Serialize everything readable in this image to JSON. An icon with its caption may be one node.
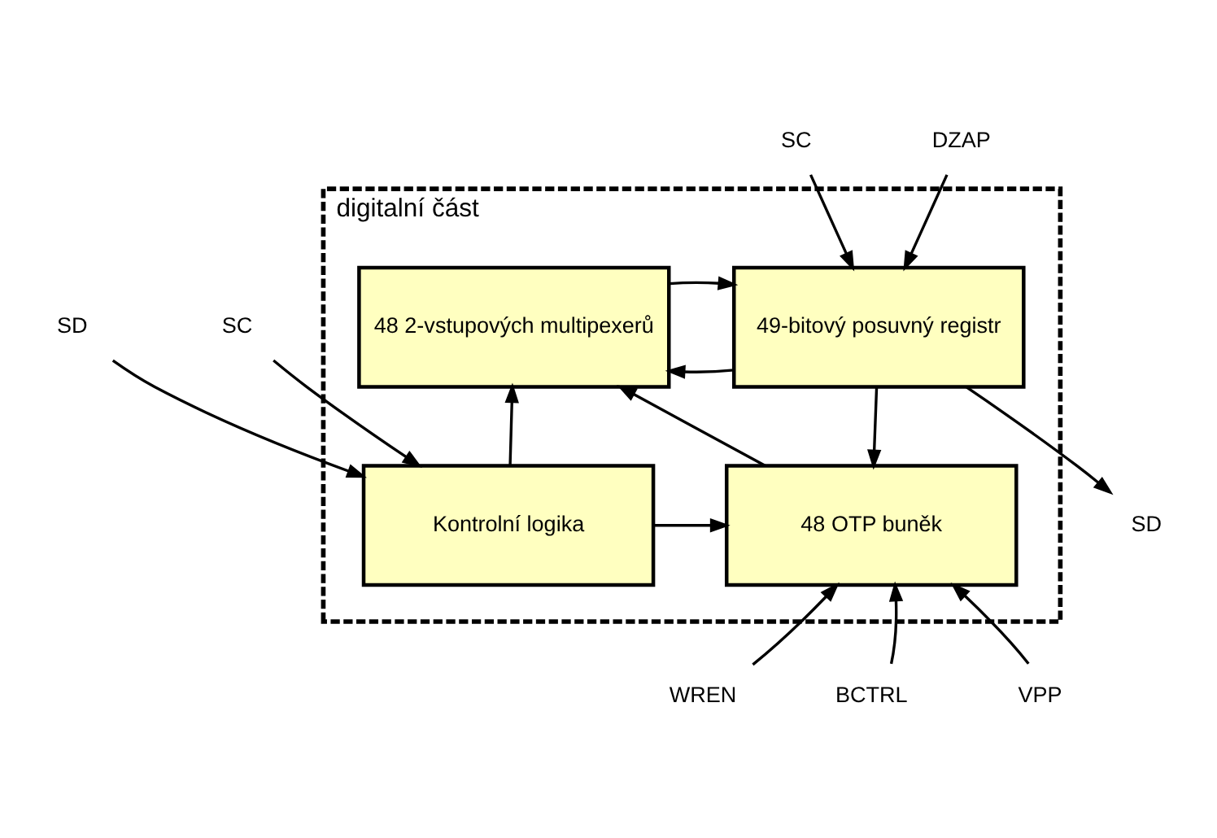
{
  "diagram": {
    "nodes": [
      {
        "text": [
          "digitalní část"
        ]
      },
      {
        "text": [
          "48 2-vstupových multipexerů"
        ],
        "in": 0
      },
      {
        "text": [
          "49-bitový posuvný registr"
        ],
        "in": 0
      },
      {
        "text": [
          "Kontrolní logika"
        ],
        "in": 0
      },
      {
        "text": [
          "48 OTP buněk"
        ],
        "in": 0
      },
      {
        "text": [
          "SC"
        ]
      },
      {
        "text": [
          "DZAP"
        ]
      },
      {
        "text": [
          "SD"
        ]
      },
      {
        "text": [
          "SD"
        ]
      },
      {
        "text": [
          "SC"
        ]
      },
      {
        "text": [
          "WREN"
        ]
      },
      {
        "text": [
          "BCTRL"
        ]
      },
      {
        "text": [
          "VPP"
        ]
      }
    ],
    "edges": [
      {
        "from": 5,
        "to": 2,
        "arrow": "to"
      },
      {
        "from": 6,
        "to": 2,
        "arrow": "to"
      },
      {
        "from": 2,
        "to": 1,
        "arrow": "to"
      },
      {
        "from": 1,
        "to": 2,
        "arrow": "to"
      },
      {
        "from": 2,
        "to": 7,
        "arrow": "to"
      },
      {
        "from": 2,
        "to": 4,
        "arrow": "to"
      },
      {
        "from": 4,
        "to": 1,
        "arrow": "to"
      },
      {
        "from": 3,
        "to": 1,
        "arrow": "to"
      },
      {
        "from": 8,
        "to": 3,
        "arrow": "to"
      },
      {
        "from": 9,
        "to": 3,
        "arrow": "to"
      },
      {
        "from": 3,
        "to": 4,
        "arrow": "to"
      },
      {
        "from": 10,
        "to": 4,
        "arrow": "to"
      },
      {
        "from": 11,
        "to": 4,
        "arrow": "to"
      },
      {
        "from": 12,
        "to": 4,
        "arrow": "to"
      }
    ]
  }
}
